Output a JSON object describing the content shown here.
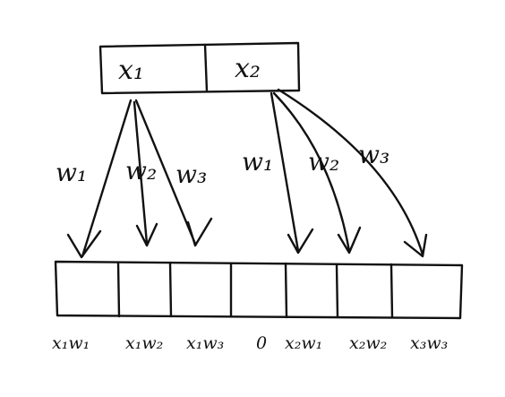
{
  "inputs": [
    {
      "label": "x₁"
    },
    {
      "label": "x₂"
    }
  ],
  "weights_left": [
    {
      "label": "w₁"
    },
    {
      "label": "w₂"
    },
    {
      "label": "w₃"
    }
  ],
  "weights_right": [
    {
      "label": "w₁"
    },
    {
      "label": "w₂"
    },
    {
      "label": "w₃"
    }
  ],
  "outputs": [
    {
      "label": "x₁w₁"
    },
    {
      "label": "x₁w₂"
    },
    {
      "label": "x₁w₃"
    },
    {
      "label": "0"
    },
    {
      "label": "x₂w₁"
    },
    {
      "label": "x₂w₂"
    },
    {
      "label": "x₃w₃"
    }
  ]
}
